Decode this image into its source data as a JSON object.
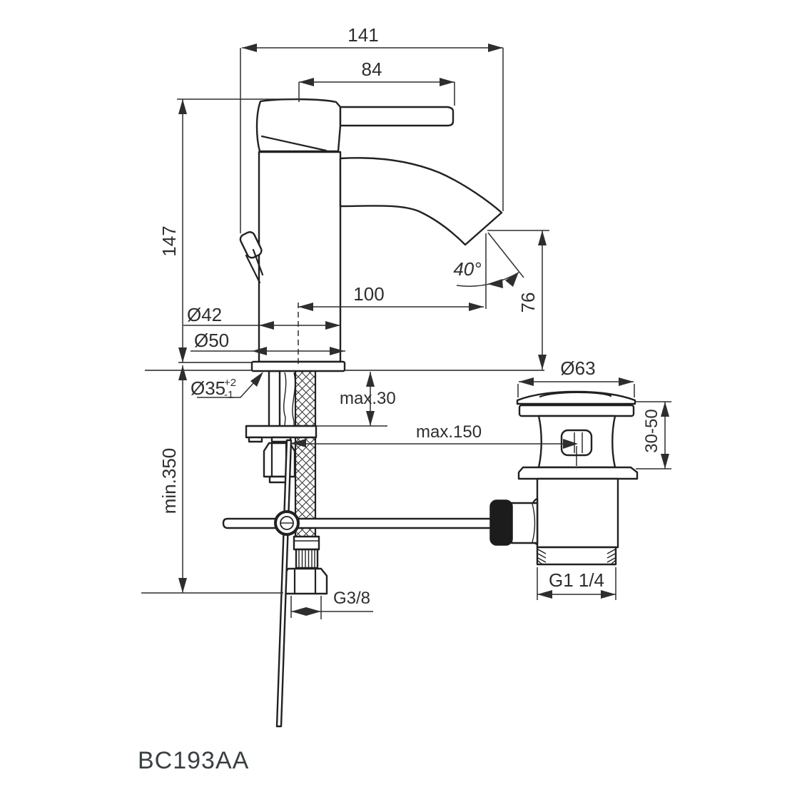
{
  "product_code": "BC193AA",
  "labels": {
    "overall_width": "141",
    "handle_length": "84",
    "height": "147",
    "spout_angle": "40°",
    "spout_reach": "100",
    "spout_height": "76",
    "body_diameter": "Ø42",
    "base_diameter": "Ø50",
    "hole_diameter": "Ø35",
    "hole_tol_plus": "+2",
    "hole_tol_minus": "-1",
    "deck_max_thickness": "max.30",
    "rod_max_distance": "max.150",
    "hose_min_length": "min.350",
    "inlet_thread": "G3/8",
    "waste_cap_diameter": "Ø63",
    "waste_clamp_range": "30-50",
    "waste_thread": "G1 1/4"
  },
  "colors": {
    "background": "#ffffff",
    "line": "#212121",
    "dimension": "#2e2e2e",
    "code_text": "#3a3f42"
  }
}
